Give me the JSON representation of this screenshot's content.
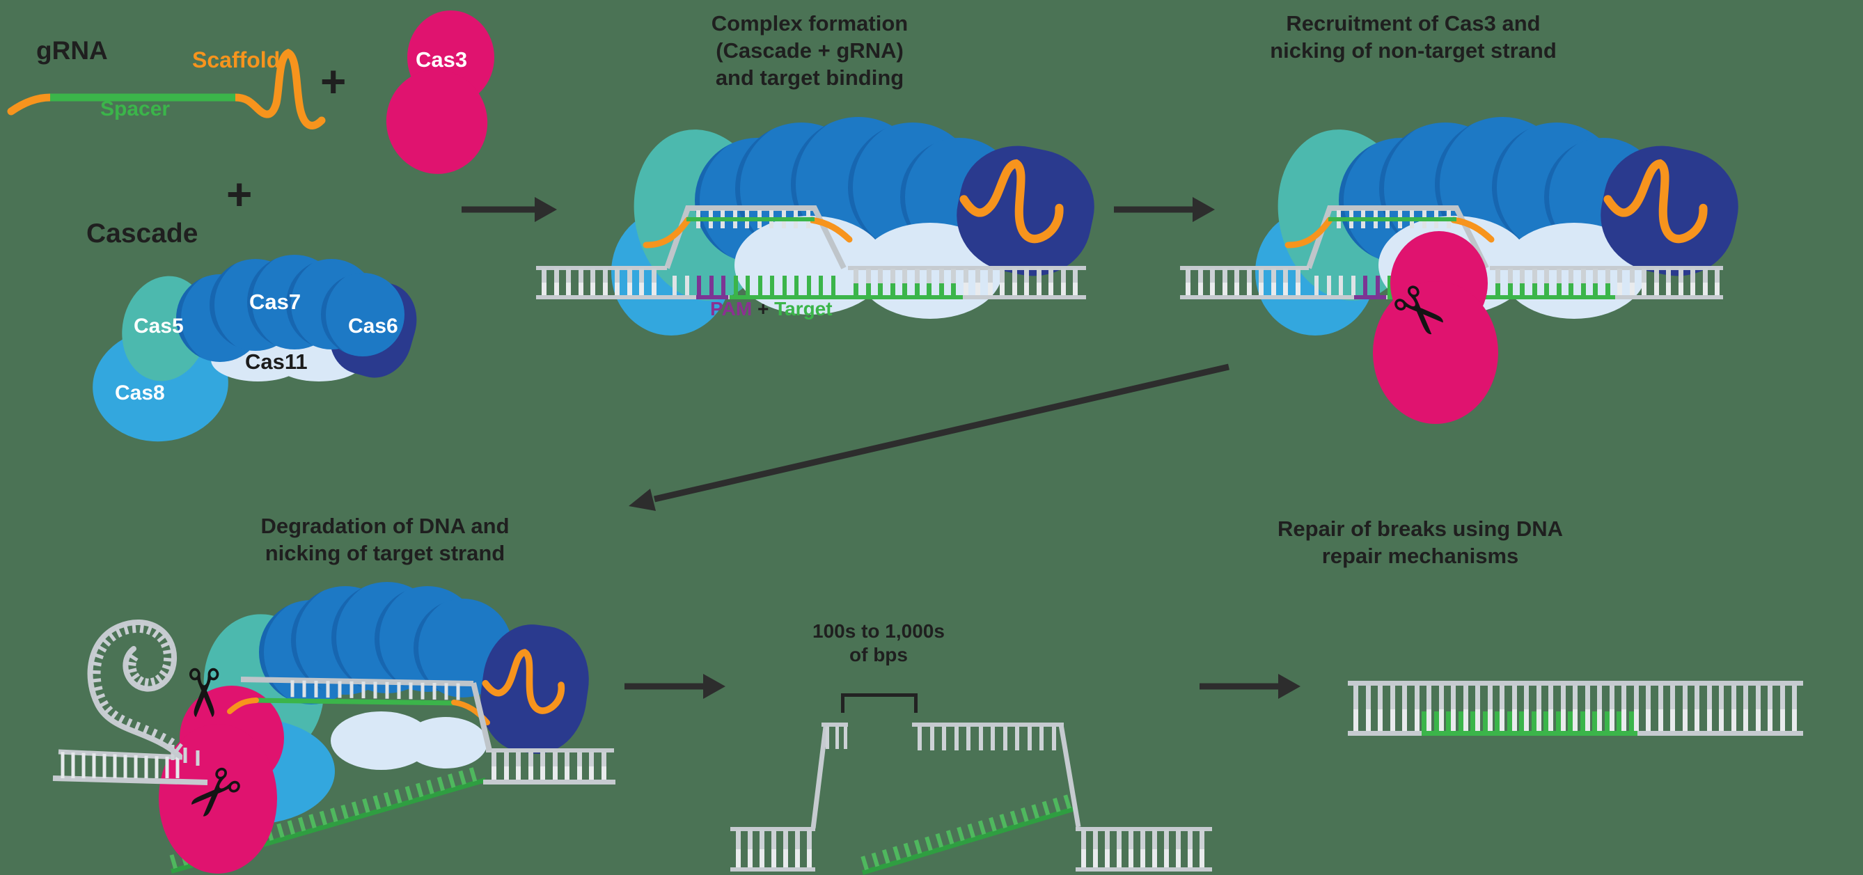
{
  "background": "#4b7355",
  "palette": {
    "orange": "#f7941d",
    "green": "#3bb54a",
    "dark_green": "#2f9e41",
    "pink": "#e0136f",
    "teal": "#4cb9ae",
    "light_blue": "#33a7de",
    "blue": "#1d79c5",
    "pale_blue": "#d9e8f7",
    "navy": "#2a3a8e",
    "purple": "#8b3191",
    "dna_gray": "#c6cbd0",
    "text": "#1f1f1f"
  },
  "icons": {
    "scissors": "✂"
  },
  "intro": {
    "grna_label": "gRNA",
    "scaffold_label": "Scaffold",
    "spacer_label": "Spacer",
    "plus_1": "+",
    "cas3_label": "Cas3",
    "plus_2": "+",
    "cascade_label": "Cascade",
    "subunits": {
      "cas5": "Cas5",
      "cas7": "Cas7",
      "cas6": "Cas6",
      "cas8": "Cas8",
      "cas11": "Cas11"
    }
  },
  "steps": {
    "complex_formation": {
      "lines": [
        "Complex formation",
        "(Cascade + gRNA)",
        "and target binding"
      ]
    },
    "recruitment": {
      "lines": [
        "Recruitment of Cas3 and",
        "nicking of non-target strand"
      ]
    },
    "degradation": {
      "lines": [
        "Degradation of DNA and",
        "nicking of target strand"
      ]
    },
    "repair": {
      "lines": [
        "Repair of breaks using DNA",
        "repair mechanisms"
      ]
    }
  },
  "annotations": {
    "pam": "PAM",
    "pam_plus": "+",
    "target": "Target",
    "gap": {
      "lines": [
        "100s to 1,000s",
        "of bps"
      ]
    }
  }
}
